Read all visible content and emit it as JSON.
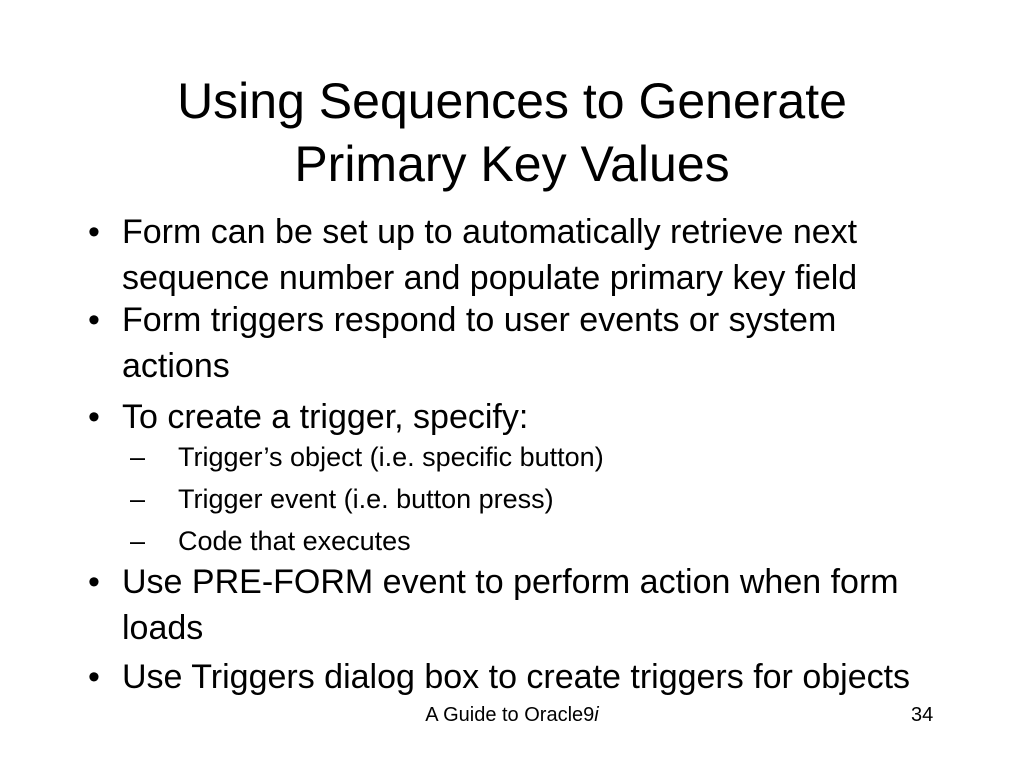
{
  "slide": {
    "title": {
      "line1": "Using Sequences to Generate",
      "line2": "Primary Key Values"
    },
    "markers": {
      "bullet": "•",
      "dash": "–"
    },
    "bullets": [
      {
        "level": 1,
        "lines": [
          "Form can be set up to automatically retrieve next",
          "sequence number and populate primary key field"
        ]
      },
      {
        "level": 1,
        "lines": [
          "Form triggers respond to user events or system",
          "actions"
        ]
      },
      {
        "level": 1,
        "lines": [
          "To create a trigger, specify:"
        ]
      },
      {
        "level": 2,
        "lines": [
          "Trigger’s object (i.e. specific button)"
        ]
      },
      {
        "level": 2,
        "lines": [
          "Trigger event (i.e. button press)"
        ]
      },
      {
        "level": 2,
        "lines": [
          "Code that executes"
        ]
      },
      {
        "level": 1,
        "lines": [
          "Use PRE-FORM event to perform action when form",
          "loads"
        ]
      },
      {
        "level": 1,
        "lines": [
          "Use Triggers dialog box to create triggers for objects"
        ]
      }
    ],
    "footer": {
      "text_regular": "A Guide to Oracle9",
      "text_italic": "i",
      "page_number": "34"
    },
    "colors": {
      "background": "#ffffff",
      "text": "#000000"
    }
  }
}
